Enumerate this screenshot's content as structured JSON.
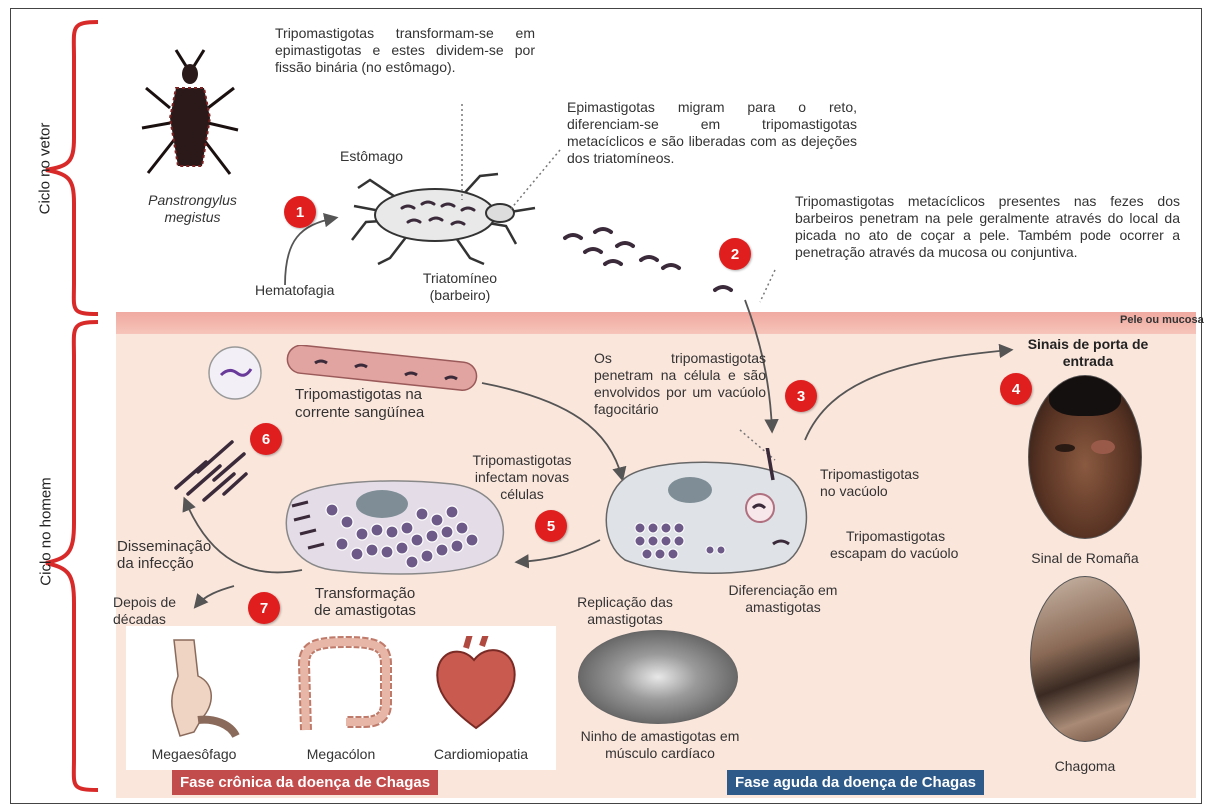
{
  "labels": {
    "cycle_vector": "Ciclo no vetor",
    "cycle_human": "Ciclo no homem",
    "species_1": "Panstrongylus",
    "species_2": "megistus",
    "stomach": "Estômago",
    "triatomine_1": "Triatomíneo",
    "triatomine_2": "(barbeiro)",
    "hematophagy": "Hematofagia",
    "skin_or_mucosa": "Pele ou mucosa",
    "entry_signs": "Sinais de porta de entrada",
    "romana_sign": "Sinal de Romaña",
    "chagoma": "Chagoma",
    "blood_tripos_1": "Tripomastigotas na",
    "blood_tripos_2": "corrente sangüínea",
    "infect_new_1": "Tripomastigotas",
    "infect_new_2": "infectam novas",
    "infect_new_3": "células",
    "tripos_vacuole_1": "Tripomastigotas",
    "tripos_vacuole_2": "no vacúolo",
    "escape_1": "Tripomastigotas",
    "escape_2": "escapam do vacúolo",
    "diff_1": "Diferenciação em",
    "diff_2": "amastigotas",
    "replication_1": "Replicação das",
    "replication_2": "amastigotas",
    "transform_1": "Transformação",
    "transform_2": "de amastigotas",
    "dissemination_1": "Disseminação",
    "dissemination_2": "da infecção",
    "decades_1": "Depois de",
    "decades_2": "décadas",
    "nest_1": "Ninho de amastigotas em",
    "nest_2": "músculo cardíaco",
    "megaesophagus": "Megaesôfago",
    "megacolon": "Megacólon",
    "cardiomyopathy": "Cardiomiopatia",
    "phase_chronic": "Fase crônica da doença de Chagas",
    "phase_acute": "Fase aguda da doença de Chagas"
  },
  "descriptions": {
    "stomach_transform": "Tripomastigotas transformam-se em epimastigotas e estes dividem-se por fissão binária (no estômago).",
    "epis_migrate": "Epimastigotas migram para o reto, diferenciam-se em tripomastigotas metacíclicos e são liberadas com as dejeções dos triatomíneos.",
    "metacyclic_penetrate": "Tripomastigotas metacíclicos presentes nas fezes dos barbeiros penetram na pele geralmente através do local da picada no ato de coçar a pele. Também pode ocorrer a penetração através da mucosa ou conjuntiva.",
    "cell_penetrate": "Os tripomastigotas penetram na célula e são envolvidos por um vacúolo fagocitário"
  },
  "steps": [
    "1",
    "2",
    "3",
    "4",
    "5",
    "6",
    "7"
  ],
  "colors": {
    "badge": "#e01e1e",
    "brace": "#d92a2a",
    "human_bg": "#fbe6dc",
    "skin": "#f0a9a0",
    "chronic": "#c24b4b",
    "acute": "#2e5a8a",
    "parasite": "#3a2a3a"
  },
  "icons": [
    "insect-icon",
    "heart-icon",
    "colon-icon",
    "esophagus-icon",
    "cell-icon",
    "parasite-icon"
  ]
}
